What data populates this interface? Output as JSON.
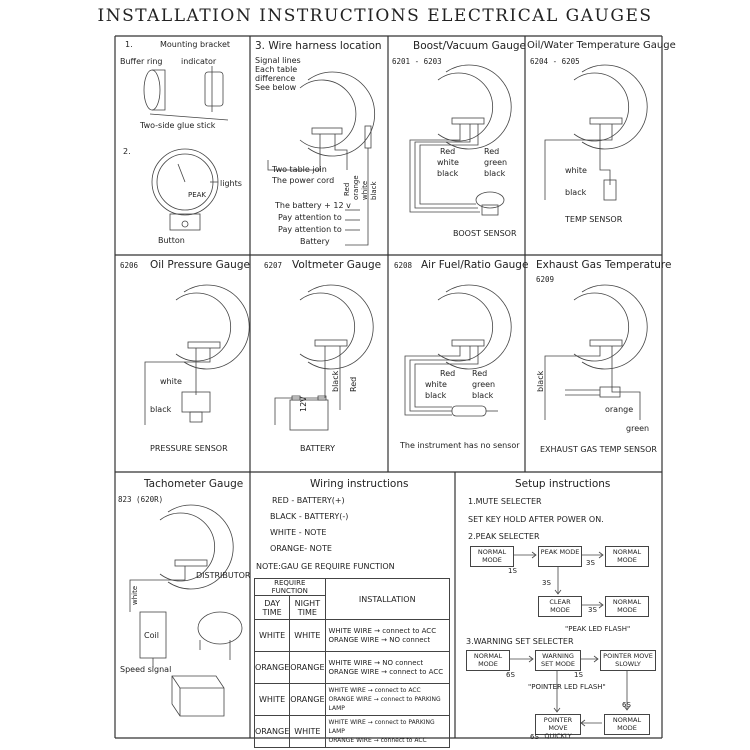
{
  "page": {
    "title": "INSTALLATION INSTRUCTIONS ELECTRICAL GAUGES"
  },
  "panel1": {
    "step1": "1.",
    "mounting_bracket": "Mounting bracket",
    "buffer_ring": "Buffer ring",
    "indicator": "indicator",
    "glue_stick": "Two-side glue stick",
    "step2": "2.",
    "lights": "lights",
    "peak": "PEAK",
    "button": "Button"
  },
  "panel2": {
    "title": "3. Wire harness location",
    "signal_lines": [
      "Signal lines",
      "Each table",
      "difference",
      "See below"
    ],
    "join": [
      "Two table join",
      "The power cord"
    ],
    "battery_notes": [
      "The battery + 12 v",
      "Pay attention to",
      "Pay attention to",
      "Battery"
    ],
    "wire_labels": [
      "Red",
      "orange",
      "white",
      "black"
    ]
  },
  "panel3": {
    "title": "Boost/Vacuum Gauge",
    "model": "6201 - 6203",
    "wires": [
      {
        "left": "Red",
        "right": "Red"
      },
      {
        "left": "white",
        "right": "green"
      },
      {
        "left": "black",
        "right": "black"
      }
    ],
    "sensor": "BOOST SENSOR"
  },
  "panel4": {
    "title": "Oil/Water Temperature Gauge",
    "model": "6204 - 6205",
    "white": "white",
    "black": "black",
    "sensor": "TEMP SENSOR"
  },
  "panel5": {
    "model": "6206",
    "title": "Oil Pressure Gauge",
    "white": "white",
    "black": "black",
    "sensor": "PRESSURE SENSOR"
  },
  "panel6": {
    "model": "6207",
    "title": "Voltmeter Gauge",
    "black": "black",
    "red": "Red",
    "battery_volt": "12V",
    "sensor": "BATTERY"
  },
  "panel7": {
    "model": "6208",
    "title": "Air Fuel/Ratio Gauge",
    "wires": [
      {
        "left": "Red",
        "right": "Red"
      },
      {
        "left": "white",
        "right": "green"
      },
      {
        "left": "black",
        "right": "black"
      }
    ],
    "note": "The instrument has no sensor"
  },
  "panel8": {
    "title": "Exhaust Gas Temperature",
    "model": "6209",
    "black": "black",
    "orange": "orange",
    "green": "green",
    "sensor": "EXHAUST GAS TEMP SENSOR"
  },
  "panel9": {
    "title": "Tachometer Gauge",
    "model": "823 (620R)",
    "white": "white",
    "distributor": "DISTRIBUTOR",
    "coil": "Coil",
    "speed_signal": "Speed signal"
  },
  "wiring": {
    "title": "Wiring instructions",
    "lines": [
      "RED  - BATTERY(+)",
      "BLACK - BATTERY(-)",
      "WHITE - NOTE",
      "ORANGE- NOTE"
    ],
    "note": "NOTE:GAU GE REQUIRE FUNCTION",
    "table_head": {
      "require": "REQUIRE FUNCTION",
      "day": "DAY TIME",
      "night": "NIGHT TIME",
      "install": "INSTALLATION"
    },
    "rows": [
      {
        "day": "WHITE",
        "night": "WHITE",
        "lines": [
          "WHITE WIRE → connect to ACC",
          "ORANGE WIRE → NO connect"
        ]
      },
      {
        "day": "ORANGE",
        "night": "ORANGE",
        "lines": [
          "WHITE WIRE → NO connect",
          "ORANGE WIRE → connect to ACC"
        ]
      },
      {
        "day": "WHITE",
        "night": "ORANGE",
        "lines": [
          "WHITE WIRE → connect to ACC",
          "ORANGE WIRE → connect to PARKING LAMP"
        ]
      },
      {
        "day": "ORANGE",
        "night": "WHITE",
        "lines": [
          "WHITE WIRE → connect to PARKING LAMP",
          "ORANGE WIRE → connect to ACC"
        ]
      }
    ]
  },
  "setup": {
    "title": "Setup instructions",
    "mute": "1.MUTE SELECTER",
    "mute_desc": "SET KEY HOLD AFTER POWER ON.",
    "peak": "2.PEAK SELECTER",
    "normal_mode": "NORMAL MODE",
    "peak_mode": "PEAK MODE",
    "clear_mode": "CLEAR MODE",
    "t1s": "1S",
    "t3s": "3S",
    "peak_flash": "\"PEAK LED FLASH\"",
    "warning": "3.WARNING SET SELECTER",
    "warning_mode": "WARNING SET MODE",
    "pointer_slowly": "POINTER MOVE SLOWLY",
    "pointer_flash": "\"POINTER LED FLASH\"",
    "pointer_quickly": "POINTER MOVE QUICKLY",
    "t6s": "6S"
  }
}
